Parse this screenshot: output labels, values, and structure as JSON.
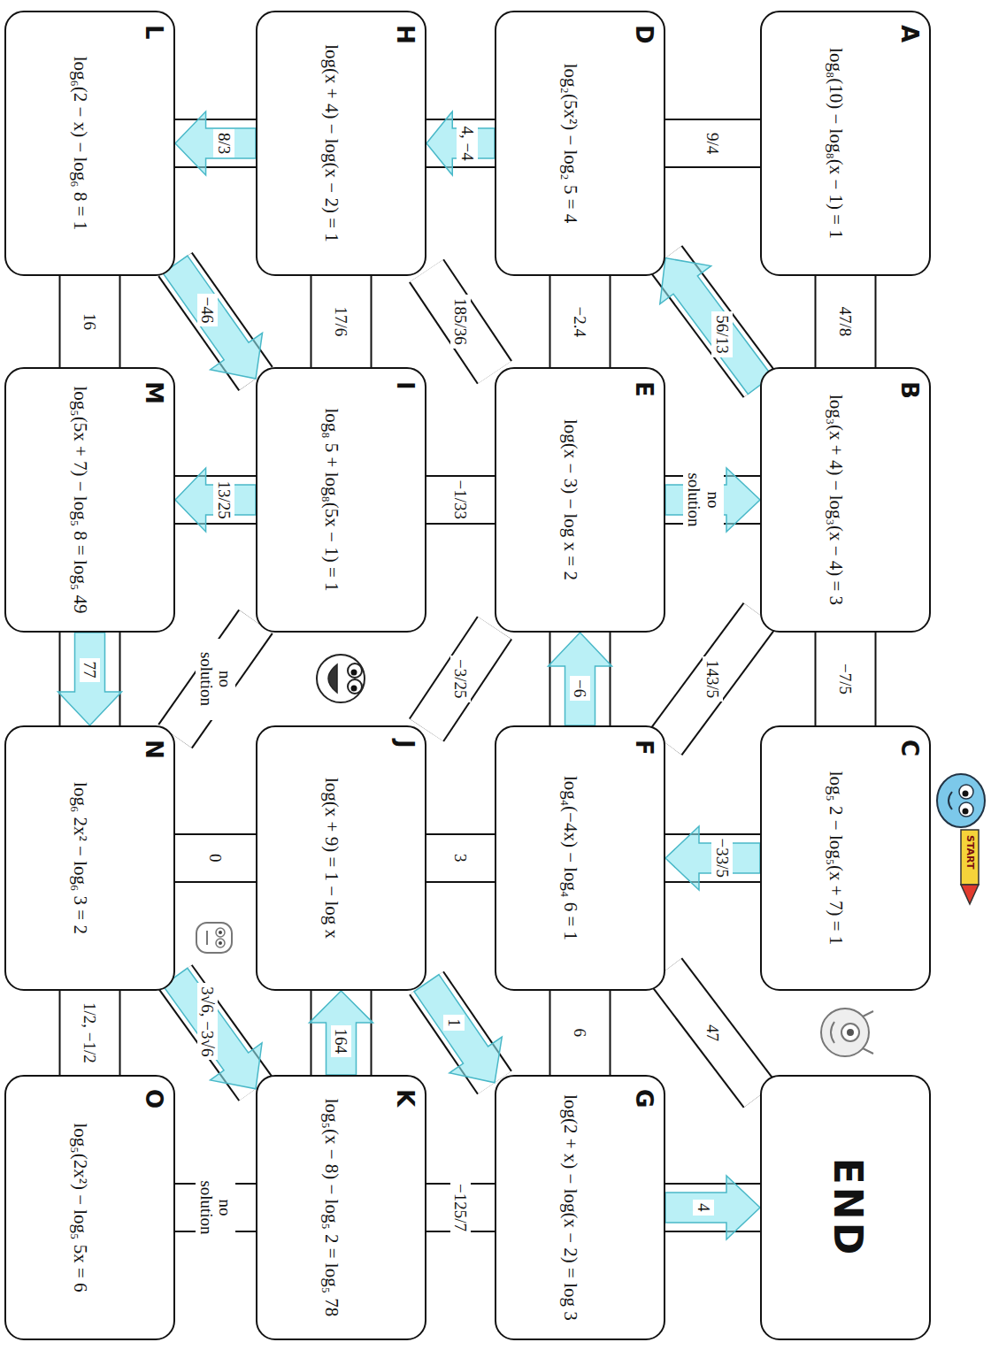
{
  "diagram": {
    "nodes": [
      {
        "text": [
          "A",
          "log₈(10) − log₈(x − 1) = 1"
        ]
      },
      {
        "text": [
          "B",
          "log₃(x + 4) − log₃(x − 4) = 3"
        ]
      },
      {
        "text": [
          "C",
          "log₅ 2 − log₅(x + 7) = 1"
        ]
      },
      {
        "text": [
          "END"
        ]
      },
      {
        "text": [
          "D",
          "log₂(5x²) − log₂ 5 = 4"
        ]
      },
      {
        "text": [
          "E",
          "log(x − 3) − log x = 2"
        ]
      },
      {
        "text": [
          "F",
          "log₄(−4x) − log₄ 6 = 1"
        ]
      },
      {
        "text": [
          "G",
          "log(2 + x) − log(x − 2) = log 3"
        ]
      },
      {
        "text": [
          "H",
          "log(x + 4) − log(x − 2) = 1"
        ]
      },
      {
        "text": [
          "I",
          "log₈ 5 + log₈(5x − 1) = 1"
        ]
      },
      {
        "text": [
          "J",
          "log(x + 9) = 1 − log x"
        ]
      },
      {
        "text": [
          "K",
          "log₅(x − 8) − log₅ 2 = log₅ 78"
        ]
      },
      {
        "text": [
          "L",
          "log₆(2 − x) − log₆ 8 = 1"
        ]
      },
      {
        "text": [
          "M",
          "log₅(5x + 7) − log₅ 8 = log₅ 49"
        ]
      },
      {
        "text": [
          "N",
          "log₆ 2x² − log₆ 3 = 2"
        ]
      },
      {
        "text": [
          "O",
          "log₅(2x²) − log₅ 5x = 6"
        ]
      }
    ],
    "edges": [
      {
        "from": 0,
        "to": 1,
        "label": "47/8",
        "arrow": "none"
      },
      {
        "from": 1,
        "to": 2,
        "label": "−7/5",
        "arrow": "none"
      },
      {
        "from": 0,
        "to": 4,
        "label": "9/4",
        "arrow": "none"
      },
      {
        "from": 1,
        "to": 4,
        "label": "56/13",
        "arrow": "to"
      },
      {
        "from": 5,
        "to": 1,
        "label": "no solution",
        "arrow": "to"
      },
      {
        "from": 2,
        "to": 6,
        "label": "−33/5",
        "arrow": "to"
      },
      {
        "from": 6,
        "to": 3,
        "label": "47",
        "arrow": "none"
      },
      {
        "from": 4,
        "to": 5,
        "label": "−2.4",
        "arrow": "none"
      },
      {
        "from": 6,
        "to": 5,
        "label": "−6",
        "arrow": "to"
      },
      {
        "from": 6,
        "to": 7,
        "label": "6",
        "arrow": "none"
      },
      {
        "from": 7,
        "to": 3,
        "label": "4",
        "arrow": "to"
      },
      {
        "from": 4,
        "to": 8,
        "label": "4, −4",
        "arrow": "to"
      },
      {
        "from": 5,
        "to": 8,
        "label": "185/36",
        "arrow": "none"
      },
      {
        "from": 5,
        "to": 9,
        "label": "−1/33",
        "arrow": "none"
      },
      {
        "from": 1,
        "to": 6,
        "label": "143/5",
        "arrow": "none"
      },
      {
        "from": 5,
        "to": 10,
        "label": "−3/25",
        "arrow": "none"
      },
      {
        "from": 6,
        "to": 10,
        "label": "3",
        "arrow": "none"
      },
      {
        "from": 10,
        "to": 7,
        "label": "1",
        "arrow": "to"
      },
      {
        "from": 7,
        "to": 11,
        "label": "−125/7",
        "arrow": "none"
      },
      {
        "from": 8,
        "to": 9,
        "label": "17/6",
        "arrow": "none"
      },
      {
        "from": 8,
        "to": 12,
        "label": "8/3",
        "arrow": "to"
      },
      {
        "from": 12,
        "to": 9,
        "label": "−46",
        "arrow": "to"
      },
      {
        "from": 9,
        "to": 13,
        "label": "13/25",
        "arrow": "to"
      },
      {
        "from": 9,
        "to": 14,
        "label": "no solution",
        "arrow": "none"
      },
      {
        "from": 10,
        "to": 14,
        "label": "0",
        "arrow": "none"
      },
      {
        "from": 14,
        "to": 11,
        "label": "3√6, −3√6",
        "arrow": "to"
      },
      {
        "from": 11,
        "to": 10,
        "label": "164",
        "arrow": "to"
      },
      {
        "from": 11,
        "to": 15,
        "label": "no solution",
        "arrow": "none"
      },
      {
        "from": 12,
        "to": 13,
        "label": "16",
        "arrow": "none"
      },
      {
        "from": 13,
        "to": 14,
        "label": "77",
        "arrow": "to"
      },
      {
        "from": 14,
        "to": 15,
        "label": "1/2, −1/2",
        "arrow": "none"
      }
    ],
    "labels": [
      "START"
    ]
  }
}
